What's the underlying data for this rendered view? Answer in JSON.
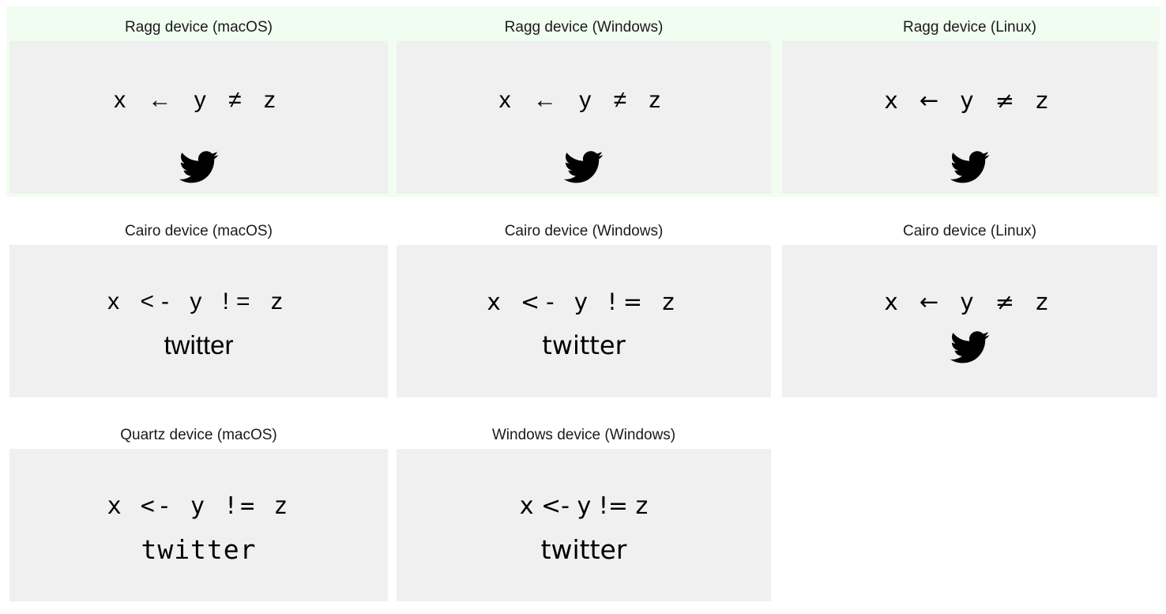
{
  "page": {
    "background_color": "#ffffff",
    "highlight_color": "#f1fdf1",
    "panel_color": "#f0f0f0",
    "text_color": "#000000",
    "title_color": "#1a1a1a"
  },
  "cells": [
    {
      "id": "ragg-macos",
      "title": "Ragg device (macOS)",
      "formula": "x ← y ≠ z",
      "glyph_kind": "twitter-bird",
      "glyph_text": "",
      "highlighted": true,
      "row": 1,
      "col": 1
    },
    {
      "id": "ragg-windows",
      "title": "Ragg device (Windows)",
      "formula": "x ← y ≠ z",
      "glyph_kind": "twitter-bird",
      "glyph_text": "",
      "highlighted": true,
      "row": 1,
      "col": 2
    },
    {
      "id": "ragg-linux",
      "title": "Ragg device (Linux)",
      "formula": "x ← y ≠ z",
      "glyph_kind": "twitter-bird",
      "glyph_text": "",
      "highlighted": true,
      "row": 1,
      "col": 3
    },
    {
      "id": "cairo-macos",
      "title": "Cairo device (macOS)",
      "formula": "x <- y != z",
      "glyph_kind": "text",
      "glyph_text": "twitter",
      "highlighted": false,
      "row": 2,
      "col": 1
    },
    {
      "id": "cairo-windows",
      "title": "Cairo device (Windows)",
      "formula": "x <- y != z",
      "glyph_kind": "text",
      "glyph_text": "twitter",
      "highlighted": false,
      "row": 2,
      "col": 2
    },
    {
      "id": "cairo-linux",
      "title": "Cairo device (Linux)",
      "formula": "x ← y ≠ z",
      "glyph_kind": "twitter-bird",
      "glyph_text": "",
      "highlighted": false,
      "row": 2,
      "col": 3
    },
    {
      "id": "quartz-macos",
      "title": "Quartz device (macOS)",
      "formula": "x <- y != z",
      "glyph_kind": "text",
      "glyph_text": "twitter",
      "highlighted": false,
      "row": 3,
      "col": 1
    },
    {
      "id": "windows-windows",
      "title": "Windows device (Windows)",
      "formula": "x <- y != z",
      "glyph_kind": "text",
      "glyph_text": "twitter",
      "highlighted": false,
      "row": 3,
      "col": 2
    }
  ]
}
